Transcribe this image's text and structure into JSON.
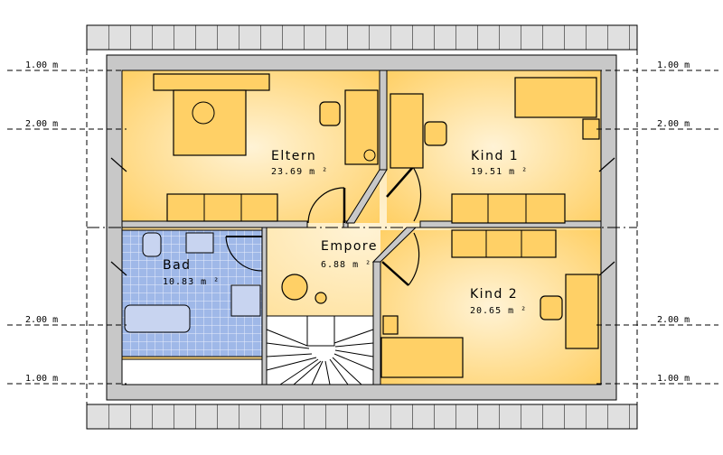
{
  "dimensions": {
    "left": [
      "1.00 m",
      "2.00 m",
      "2.00 m",
      "1.00 m"
    ],
    "right": [
      "1.00 m",
      "2.00 m",
      "2.00 m",
      "1.00 m"
    ]
  },
  "rooms": [
    {
      "name": "Eltern",
      "area": "23.69 m ²"
    },
    {
      "name": "Kind 1",
      "area": "19.51 m ²"
    },
    {
      "name": "Empore",
      "area": "6.88 m ²"
    },
    {
      "name": "Bad",
      "area": "10.83 m ²"
    },
    {
      "name": "Kind 2",
      "area": "20.65 m ²"
    }
  ],
  "colors": {
    "floor": "#ffd97a",
    "wall": "#c8c8c8",
    "tile": "#9fb8e8"
  }
}
